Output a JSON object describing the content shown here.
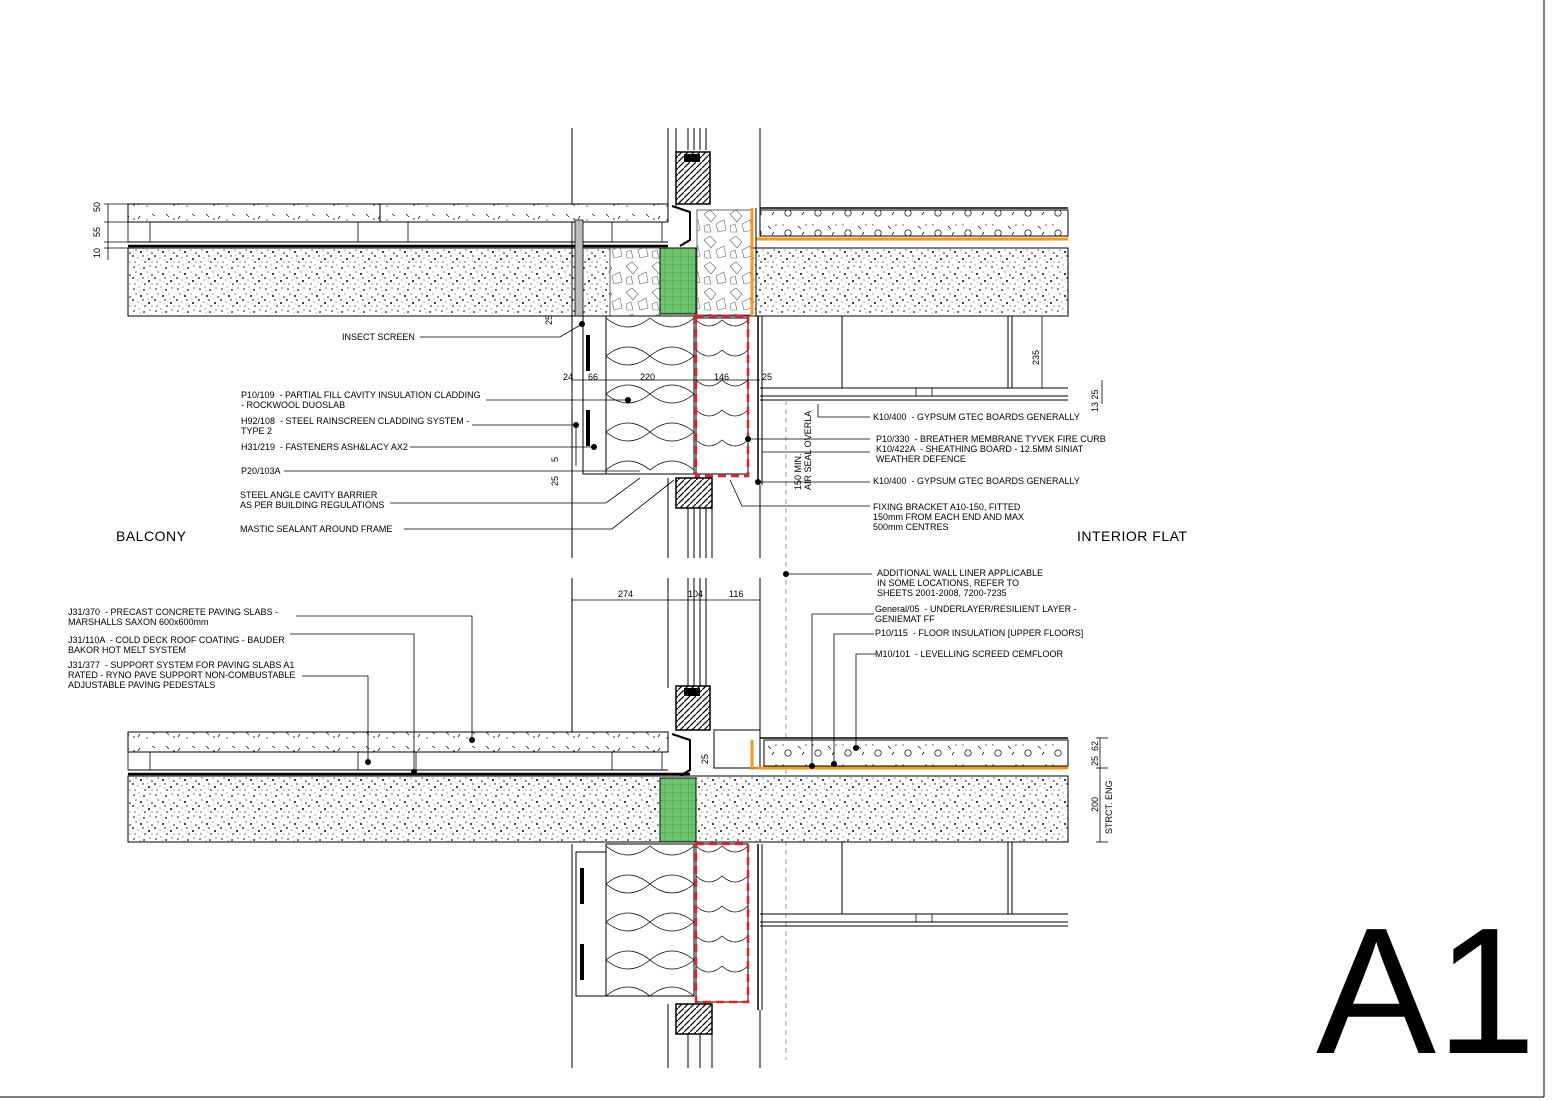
{
  "sheet_id": "A1",
  "rooms": {
    "left": "BALCONY",
    "right": "INTERIOR FLAT"
  },
  "labels": {
    "insect_screen": "INSECT SCREEN",
    "p10_109": "P10/109  - PARTIAL FILL CAVITY INSULATION CLADDING\n- ROCKWOOL DUOSLAB",
    "h92_108": "H92/108  - STEEL RAINSCREEN CLADDING SYSTEM -\nTYPE 2",
    "h31_219": "H31/219  - FASTENERS ASH&LACY AX2",
    "p20_103a": "P20/103A",
    "cavity_barrier": "STEEL ANGLE CAVITY BARRIER\nAS PER BUILDING REGULATIONS",
    "mastic": "MASTIC SEALANT AROUND FRAME",
    "k10_400_a": "K10/400  - GYPSUM GTEC BOARDS GENERALLY",
    "p10_330": "P10/330  - BREATHER MEMBRANE TYVEK FIRE CURB",
    "k10_422a": "K10/422A  - SHEATHING BOARD - 12.5MM SINIAT\nWEATHER DEFENCE",
    "k10_400_b": "K10/400  - GYPSUM GTEC BOARDS GENERALLY",
    "fixing_bracket": "FIXING BRACKET A10-150, FITTED\n150mm FROM EACH END AND MAX\n500mm CENTRES",
    "wall_liner": "ADDITIONAL WALL LINER APPLICABLE\nIN SOME LOCATIONS, REFER TO\nSHEETS 2001-2008, 7200-7235",
    "general_05": "General/05  - UNDERLAYER/RESILIENT LAYER -\nGENIEMAT FF",
    "p10_115": "P10/115  - FLOOR INSULATION [UPPER FLOORS]",
    "m10_101": "M10/101  - LEVELLING SCREED CEMFLOOR",
    "j31_370": "J31/370  - PRECAST CONCRETE PAVING SLABS -\nMARSHALLS SAXON 600x600mm",
    "j31_110a": "J31/110A  - COLD DECK ROOF COATING - BAUDER\nBAKOR HOT MELT SYSTEM",
    "j31_377": "J31/377  - SUPPORT SYSTEM FOR PAVING SLABS A1\nRATED - RYNO PAVE SUPPORT NON-COMBUSTABLE\nADJUSTABLE PAVING PEDESTALS"
  },
  "dimensions": {
    "top_left": [
      "50",
      "55",
      "10"
    ],
    "d25_a": "25",
    "d24": "24",
    "d66": "66",
    "d220": "220",
    "d146": "146",
    "d25_b": "25",
    "d235": "235",
    "d13_25": "13 25",
    "d5": "5",
    "d25_c": "25",
    "air_seal": "150 MIN.\nAIR SEAL OVERLA",
    "d274": "274",
    "d104": "104",
    "d116": "116",
    "d25_d": "25",
    "d62": "25  62",
    "d200": "200",
    "strct_eng": "STRCT. ENG"
  },
  "colors": {
    "insulation_green": "#6ec46e",
    "membrane_red": "#e8202a",
    "screed_orange": "#f39a1e",
    "line": "#000000"
  }
}
